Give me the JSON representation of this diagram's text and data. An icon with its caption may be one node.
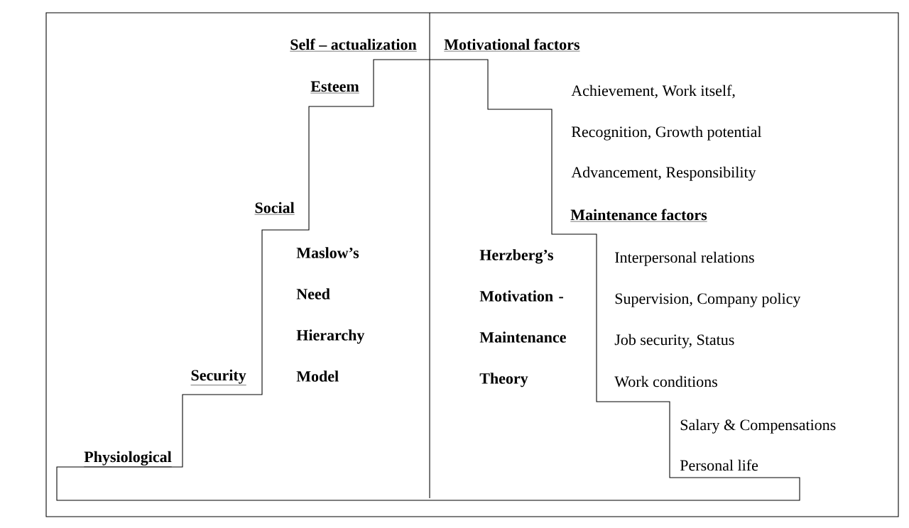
{
  "diagram": {
    "labels": [
      "Self – actualization",
      "Motivational factors",
      "Esteem",
      "Achievement, Work itself,",
      "Recognition, Growth potential",
      "Advancement, Responsibility",
      "Social",
      "Maintenance factors",
      "Security",
      "Maslow’s Need Hierarchy Model",
      "Herzberg’s Motivation - Maintenance Theory",
      "Interpersonal relations",
      "Supervision, Company policy",
      "Job security, Status",
      "Work conditions",
      "Salary & Compensations",
      "Physiological",
      "Personal life"
    ]
  }
}
